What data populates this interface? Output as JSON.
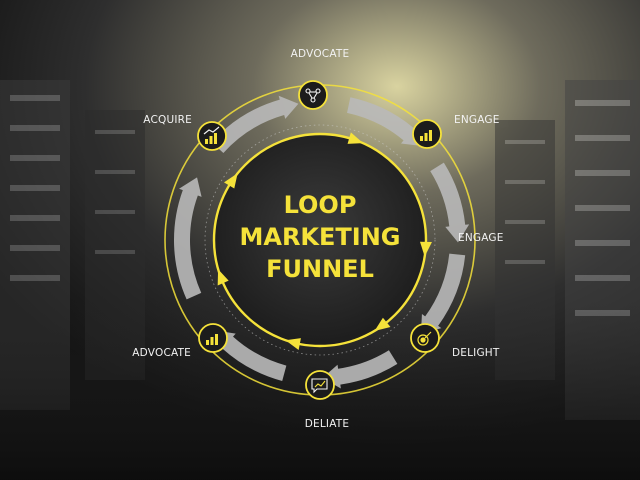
{
  "title": {
    "line1": "LOOP",
    "line2": "MARKETING",
    "line3": "FUNNEL"
  },
  "stages": [
    {
      "label": "ADVOCATE",
      "icon": "people-network-icon"
    },
    {
      "label": "ENGAGE",
      "icon": "bar-chart-icon"
    },
    {
      "label": "ENGAGE",
      "icon": ""
    },
    {
      "label": "DELIGHT",
      "icon": "target-arrow-icon"
    },
    {
      "label": "DELIATE",
      "icon": "chat-chart-icon"
    },
    {
      "label": "ADVOCATE",
      "icon": "bar-chart-icon"
    },
    {
      "label": "ACQUIRE",
      "icon": "growth-chart-icon"
    }
  ],
  "colors": {
    "accent": "#f5e23a",
    "arrow": "#b9b9b9",
    "icon_fill": "#1c1c1c",
    "label": "#f2f2f2"
  }
}
